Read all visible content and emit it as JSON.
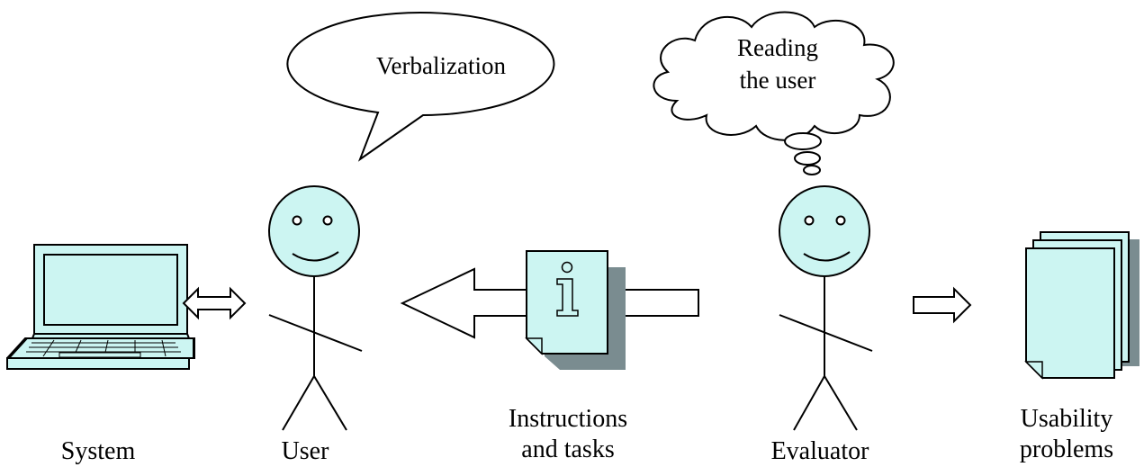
{
  "colors": {
    "fill": "#ccf5f2",
    "stroke": "#000000",
    "shadow": "#7a8c90",
    "background": "#ffffff"
  },
  "speech_bubble": {
    "text": "Verbalization"
  },
  "thought_cloud": {
    "line1": "Reading",
    "line2": "the user"
  },
  "labels": {
    "system": "System",
    "user": "User",
    "instructions_line1": "Instructions",
    "instructions_line2": "and tasks",
    "evaluator": "Evaluator",
    "usability_line1": "Usability",
    "usability_line2": "problems"
  },
  "document_icon": "info-icon",
  "laptop_icon": "laptop-icon",
  "pages_icon": "document-stack-icon"
}
